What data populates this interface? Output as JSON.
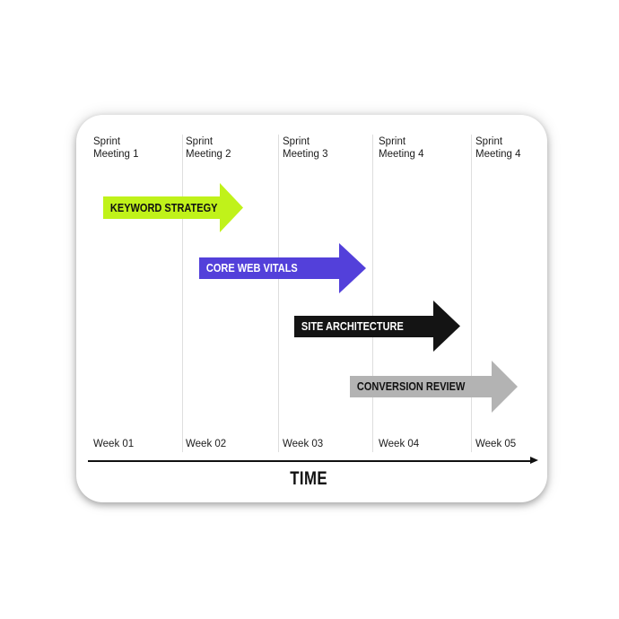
{
  "card": {
    "background": "#ffffff",
    "separator_color": "#dedede",
    "columns": [
      {
        "header_line1": "Sprint",
        "header_line2": "Meeting 1",
        "week": "Week 01"
      },
      {
        "header_line1": "Sprint",
        "header_line2": "Meeting 2",
        "week": "Week 02"
      },
      {
        "header_line1": "Sprint",
        "header_line2": "Meeting 3",
        "week": "Week 03"
      },
      {
        "header_line1": "Sprint",
        "header_line2": "Meeting 4",
        "week": "Week 04"
      },
      {
        "header_line1": "Sprint",
        "header_line2": "Meeting 4",
        "week": "Week 05"
      }
    ],
    "tasks": [
      {
        "label": "KEYWORD STRATEGY",
        "color": "#c0f21a",
        "text_color": "#111111",
        "start_column": "Week 01",
        "end_column": "Week 02"
      },
      {
        "label": "CORE WEB VITALS",
        "color": "#5340da",
        "text_color": "#ffffff",
        "start_column": "Week 02",
        "end_column": "Week 03"
      },
      {
        "label": "SITE ARCHITECTURE",
        "color": "#141414",
        "text_color": "#ffffff",
        "start_column": "Week 03",
        "end_column": "Week 04"
      },
      {
        "label": "CONVERSION REVIEW",
        "color": "#b3b3b3",
        "text_color": "#111111",
        "start_column": "Week 03",
        "end_column": "Week 05"
      }
    ],
    "axis": {
      "label": "TIME",
      "line_color": "#111111"
    }
  }
}
